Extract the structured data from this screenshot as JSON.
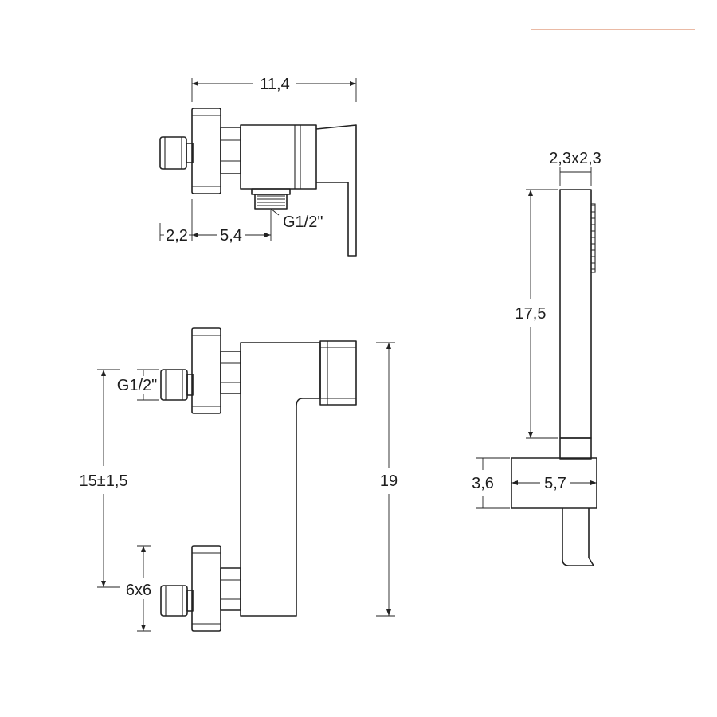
{
  "accent_color": "#e3a487",
  "line_color": "#222222",
  "top_view": {
    "overall_width": "11,4",
    "offset_left": "2,2",
    "offset_right": "5,4",
    "thread": "G1/2\""
  },
  "front_view": {
    "inlet_thread": "G1/2\"",
    "center_distance": "15±1,5",
    "connector_size": "6x6",
    "height": "19"
  },
  "hand_shower": {
    "section": "2,3x2,3",
    "length": "17,5",
    "holder_height": "3,6",
    "holder_width": "5,7"
  }
}
